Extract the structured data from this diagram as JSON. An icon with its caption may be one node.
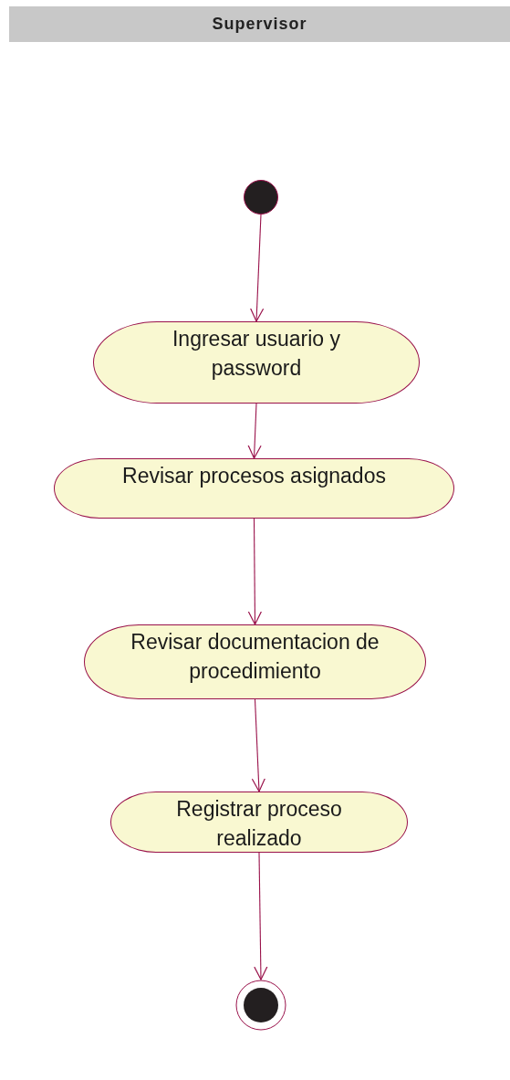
{
  "diagram": {
    "nodes": [
      {
        "text": [
          "Supervisor"
        ]
      },
      {
        "text": [],
        "shape": "circle"
      },
      {
        "text": [
          "Ingresar usuario y password"
        ]
      },
      {
        "text": [
          "Revisar procesos asignados"
        ]
      },
      {
        "text": [
          "Revisar documentacion de procedimiento"
        ]
      },
      {
        "text": [
          "Registrar proceso realizado"
        ]
      },
      {
        "text": [],
        "shape": "circle"
      }
    ],
    "edges": [
      {
        "from": 1,
        "to": 2,
        "arrow": "to"
      },
      {
        "from": 2,
        "to": 3,
        "arrow": "to"
      },
      {
        "from": 3,
        "to": 4,
        "arrow": "to"
      },
      {
        "from": 4,
        "to": 5,
        "arrow": "to"
      },
      {
        "from": 5,
        "to": 6,
        "arrow": "to"
      }
    ]
  }
}
